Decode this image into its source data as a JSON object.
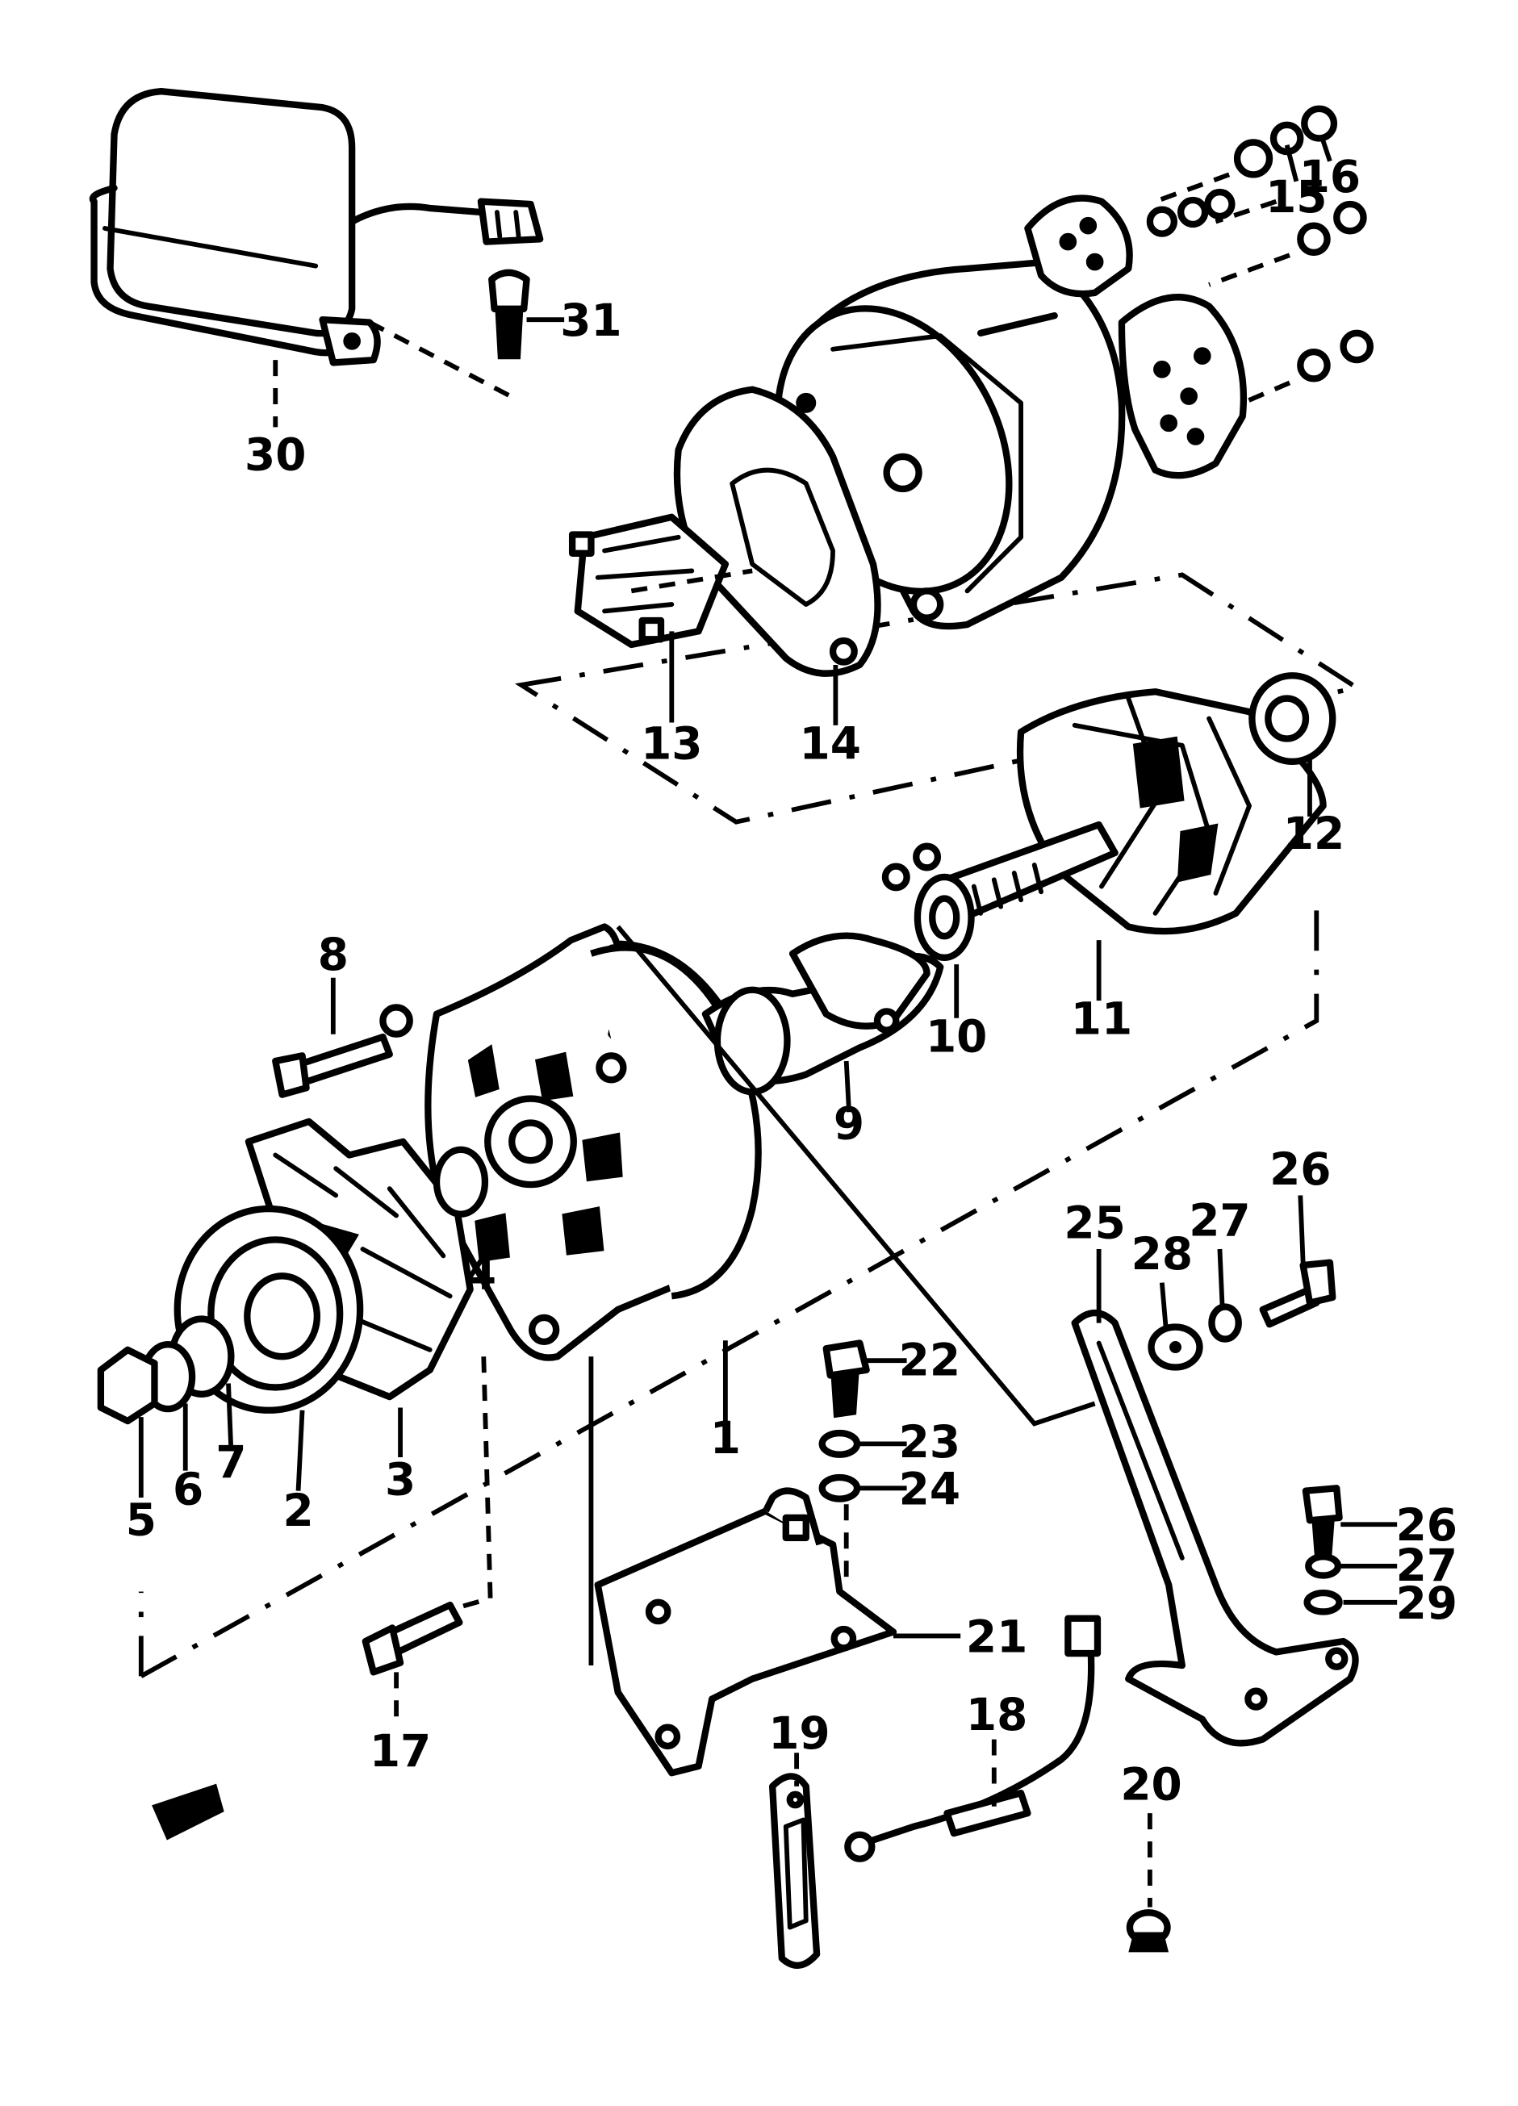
{
  "callouts": {
    "c1": "1",
    "c2": "2",
    "c3": "3",
    "c4": "4",
    "c5": "5",
    "c6": "6",
    "c7": "7",
    "c8": "8",
    "c9": "9",
    "c10": "10",
    "c11": "11",
    "c12": "12",
    "c13": "13",
    "c14": "14",
    "c15": "15",
    "c16": "16",
    "c17": "17",
    "c18": "18",
    "c19": "19",
    "c20": "20",
    "c21": "21",
    "c22": "22",
    "c23": "23",
    "c24": "24",
    "c25": "25",
    "c26a": "26",
    "c26b": "26",
    "c27a": "27",
    "c27b": "27",
    "c28": "28",
    "c29": "29",
    "c30": "30",
    "c31": "31"
  }
}
